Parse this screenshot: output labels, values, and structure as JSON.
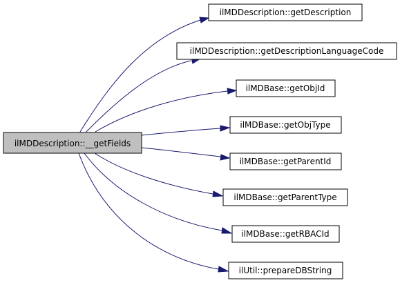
{
  "graph": {
    "source": {
      "label": "ilMDDescription::__getFields"
    },
    "targets": [
      {
        "label": "ilMDDescription::getDescription"
      },
      {
        "label": "ilMDDescription::getDescriptionLanguageCode"
      },
      {
        "label": "ilMDBase::getObjId"
      },
      {
        "label": "ilMDBase::getObjType"
      },
      {
        "label": "ilMDBase::getParentId"
      },
      {
        "label": "ilMDBase::getParentType"
      },
      {
        "label": "ilMDBase::getRBACId"
      },
      {
        "label": "ilUtil::prepareDBString"
      }
    ],
    "colors": {
      "edge": "#191970",
      "source_fill": "#bfbfbf",
      "node_fill": "#ffffff",
      "border": "#000000"
    }
  }
}
